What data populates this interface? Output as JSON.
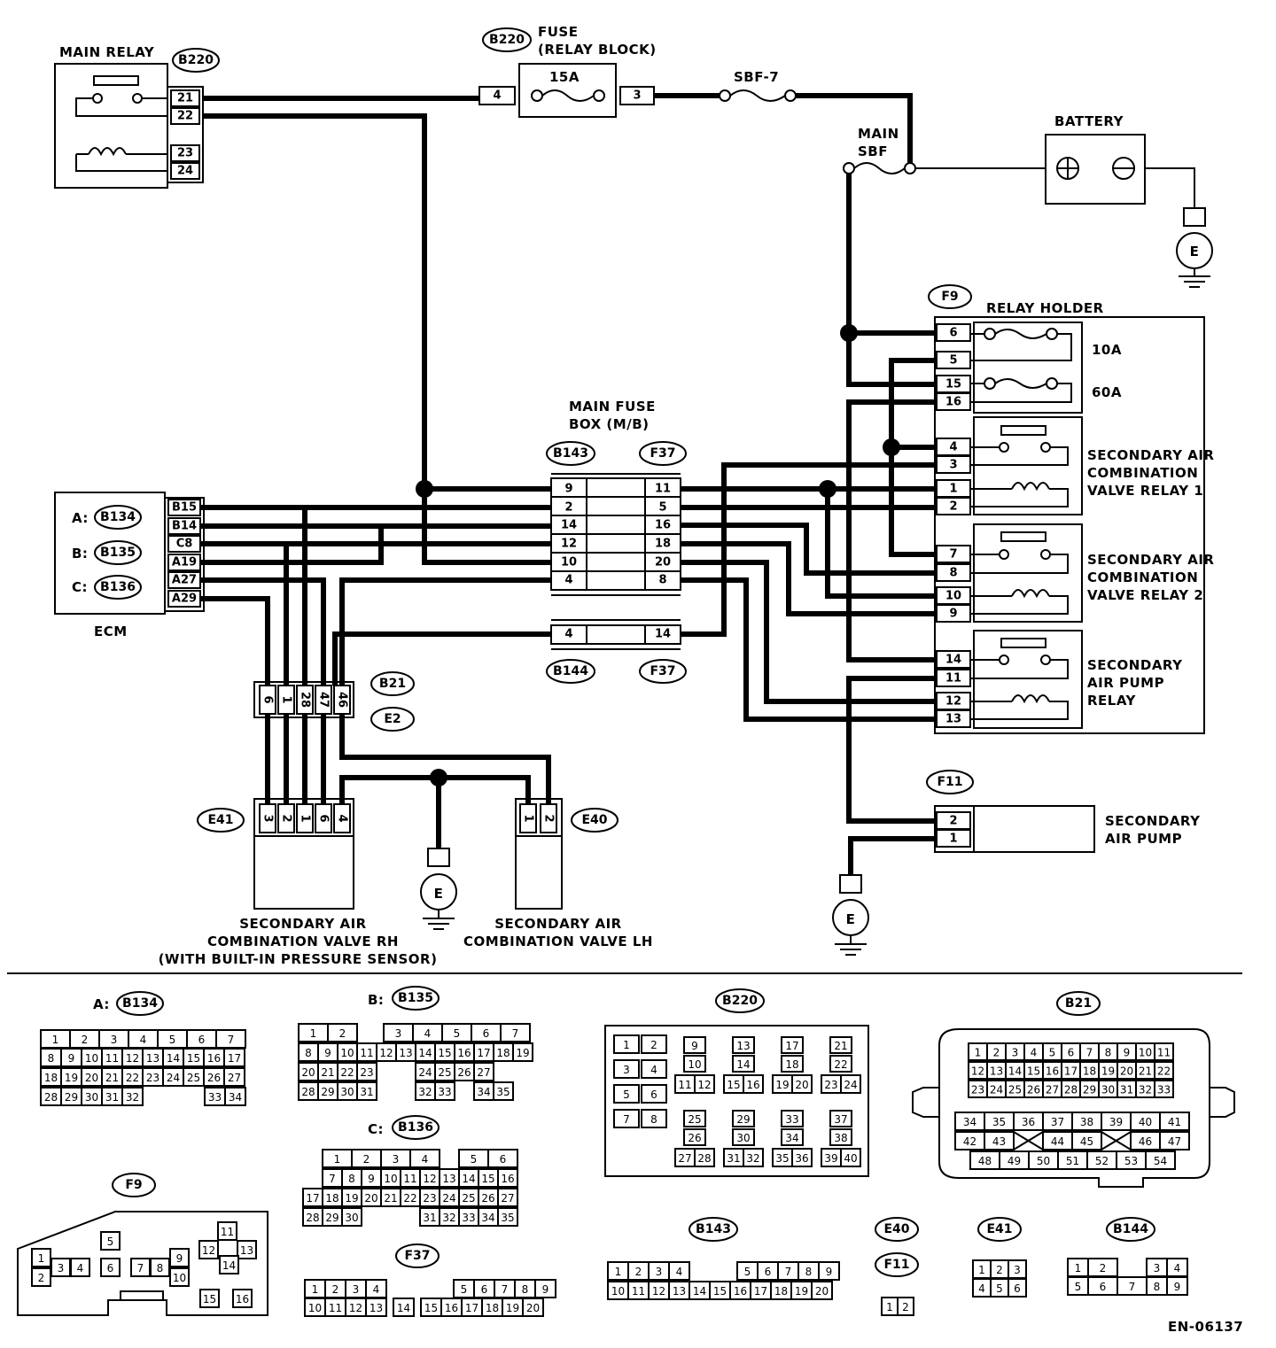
{
  "components": {
    "main_relay": "MAIN RELAY",
    "fuse_relay_block": [
      "FUSE",
      "(RELAY BLOCK)"
    ],
    "fuse_rating": "15A",
    "sbf7": "SBF-7",
    "main_sbf": [
      "MAIN",
      "SBF"
    ],
    "battery": "BATTERY",
    "relay_holder": "RELAY HOLDER",
    "fuse_10a": "10A",
    "fuse_60a": "60A",
    "sec_air_valve_relay1": [
      "SECONDARY AIR",
      "COMBINATION",
      "VALVE RELAY 1"
    ],
    "sec_air_valve_relay2": [
      "SECONDARY AIR",
      "COMBINATION",
      "VALVE RELAY 2"
    ],
    "sec_air_pump_relay": [
      "SECONDARY",
      "AIR PUMP",
      "RELAY"
    ],
    "sec_air_pump": [
      "SECONDARY",
      "AIR PUMP"
    ],
    "main_fuse_box": [
      "MAIN FUSE",
      "BOX (M/B)"
    ],
    "ecm": "ECM",
    "valve_rh": [
      "SECONDARY AIR",
      "COMBINATION VALVE RH",
      "(WITH BUILT-IN PRESSURE SENSOR)"
    ],
    "valve_lh": [
      "SECONDARY AIR",
      "COMBINATION VALVE LH"
    ],
    "ground": "E"
  },
  "connectors": {
    "B220": "B220",
    "F9": "F9",
    "B143": "B143",
    "F37": "F37",
    "B144": "B144",
    "B134": "B134",
    "B135": "B135",
    "B136": "B136",
    "B21": "B21",
    "E2": "E2",
    "E41": "E41",
    "E40": "E40",
    "F11": "F11"
  },
  "prefixes": {
    "a": "A:",
    "b": "B:",
    "c": "C:"
  },
  "pins": {
    "main_relay": [
      "21",
      "22",
      "23",
      "24"
    ],
    "fuse_in": "4",
    "fuse_out": "3",
    "relay_holder": [
      "6",
      "5",
      "15",
      "16",
      "4",
      "3",
      "1",
      "2",
      "7",
      "8",
      "10",
      "9",
      "14",
      "11",
      "12",
      "13"
    ],
    "ecm": [
      "B15",
      "B14",
      "C8",
      "A19",
      "A27",
      "A29"
    ],
    "b143": [
      "9",
      "2",
      "14",
      "12",
      "10",
      "4"
    ],
    "f37": [
      "11",
      "5",
      "16",
      "18",
      "20",
      "8"
    ],
    "b144": "4",
    "f37b": "14",
    "b21": [
      "6",
      "1",
      "28",
      "47",
      "46"
    ],
    "e41": [
      "3",
      "2",
      "1",
      "6",
      "4"
    ],
    "e40": [
      "1",
      "2"
    ],
    "f11": [
      "2",
      "1"
    ]
  },
  "connector_faces": {
    "a_b134": {
      "r1": [
        "1",
        "2",
        "3",
        "4",
        "5",
        "6",
        "7"
      ],
      "r2": [
        "8",
        "9",
        "10",
        "11",
        "12",
        "13",
        "14",
        "15",
        "16",
        "17"
      ],
      "r3": [
        "18",
        "19",
        "20",
        "21",
        "22",
        "23",
        "24",
        "25",
        "26",
        "27"
      ],
      "r4": [
        "28",
        "29",
        "30",
        "31",
        "32",
        "33",
        "34"
      ]
    },
    "b_b135": {
      "r1": [
        "1",
        "2",
        "3",
        "4",
        "5",
        "6",
        "7"
      ],
      "r2": [
        "8",
        "9",
        "10",
        "11",
        "12",
        "13",
        "14",
        "15",
        "16",
        "17",
        "18",
        "19"
      ],
      "r3": [
        "20",
        "21",
        "22",
        "23",
        "24",
        "25",
        "26",
        "27"
      ],
      "r4": [
        "28",
        "29",
        "30",
        "31",
        "32",
        "33",
        "34",
        "35"
      ]
    },
    "c_b136": {
      "r1": [
        "1",
        "2",
        "3",
        "4",
        "5",
        "6"
      ],
      "r2": [
        "7",
        "8",
        "9",
        "10",
        "11",
        "12",
        "13",
        "14",
        "15",
        "16"
      ],
      "r3": [
        "17",
        "18",
        "19",
        "20",
        "21",
        "22",
        "23",
        "24",
        "25",
        "26",
        "27"
      ],
      "r4": [
        "28",
        "29",
        "30",
        "31",
        "32",
        "33",
        "34",
        "35"
      ]
    },
    "b220": [
      "1",
      "2",
      "3",
      "4",
      "5",
      "6",
      "7",
      "8",
      "9",
      "10",
      "11",
      "12",
      "13",
      "14",
      "15",
      "16",
      "17",
      "18",
      "19",
      "20",
      "21",
      "22",
      "23",
      "24",
      "25",
      "26",
      "27",
      "28",
      "29",
      "30",
      "31",
      "32",
      "33",
      "34",
      "35",
      "36",
      "37",
      "38",
      "39",
      "40"
    ],
    "b21": {
      "r1": [
        "1",
        "2",
        "3",
        "4",
        "5",
        "6",
        "7",
        "8",
        "9",
        "10",
        "11"
      ],
      "r2": [
        "12",
        "13",
        "14",
        "15",
        "16",
        "17",
        "18",
        "19",
        "20",
        "21",
        "22"
      ],
      "r3": [
        "23",
        "24",
        "25",
        "26",
        "27",
        "28",
        "29",
        "30",
        "31",
        "32",
        "33"
      ],
      "r4": [
        "34",
        "35",
        "36",
        "37",
        "38",
        "39",
        "40",
        "41"
      ],
      "r5": [
        "42",
        "43",
        "44",
        "45",
        "46",
        "47"
      ],
      "r6": [
        "48",
        "49",
        "50",
        "51",
        "52",
        "53",
        "54"
      ]
    },
    "f9": [
      "1",
      "2",
      "3",
      "4",
      "5",
      "6",
      "7",
      "8",
      "9",
      "10",
      "11",
      "12",
      "13",
      "14",
      "15",
      "16"
    ],
    "f37": {
      "r1": [
        "1",
        "2",
        "3",
        "4",
        "5",
        "6",
        "7",
        "8",
        "9"
      ],
      "r2": [
        "10",
        "11",
        "12",
        "13",
        "14",
        "15",
        "16",
        "17",
        "18",
        "19",
        "20"
      ]
    },
    "b143": {
      "r1": [
        "1",
        "2",
        "3",
        "4",
        "5",
        "6",
        "7",
        "8",
        "9"
      ],
      "r2": [
        "10",
        "11",
        "12",
        "13",
        "14",
        "15",
        "16",
        "17",
        "18",
        "19",
        "20"
      ]
    },
    "e40_f11": [
      "1",
      "2"
    ],
    "e41": [
      "1",
      "2",
      "3",
      "4",
      "5",
      "6"
    ],
    "b144": [
      "1",
      "2",
      "3",
      "4",
      "5",
      "6",
      "7",
      "8",
      "9"
    ]
  },
  "doc_id": "EN-06137"
}
